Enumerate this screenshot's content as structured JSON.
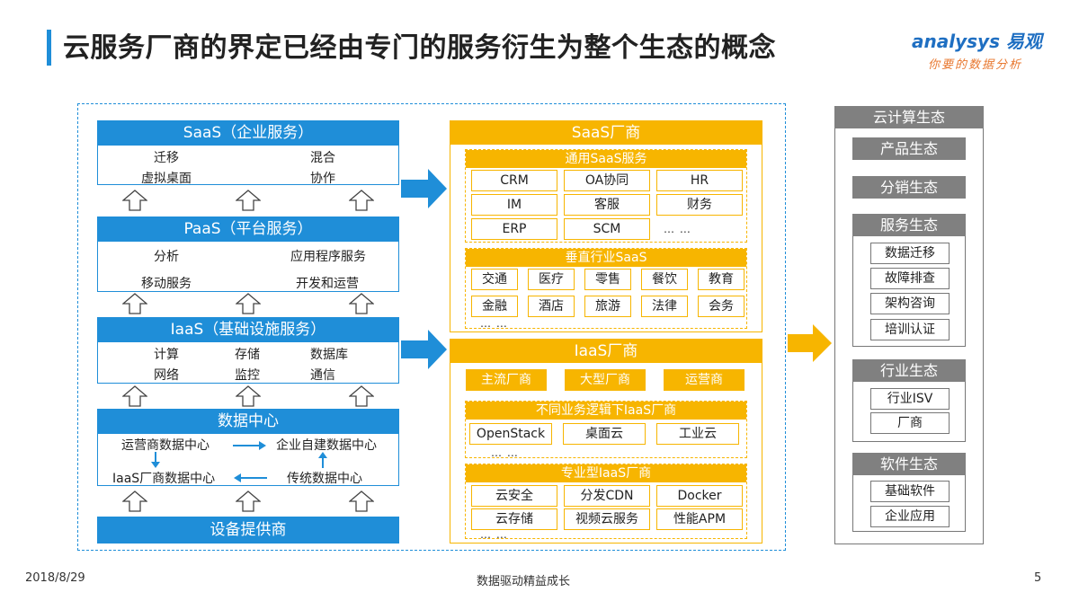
{
  "header": {
    "title": "云服务厂商的界定已经由专门的服务衍生为整个生态的概念",
    "logo_main": "analysys 易观",
    "logo_sub": "你要的数据分析"
  },
  "footer": {
    "date": "2018/8/29",
    "slogan": "数据驱动精益成长",
    "page": "5"
  },
  "left_stack": {
    "saas": {
      "title": "SaaS（企业服务）",
      "items": [
        "迁移",
        "混合",
        "虚拟桌面",
        "协作"
      ]
    },
    "paas": {
      "title": "PaaS（平台服务）",
      "items": [
        "分析",
        "应用程序服务",
        "移动服务",
        "开发和运营"
      ]
    },
    "iaas": {
      "title": "IaaS（基础设施服务）",
      "items": [
        "计算",
        "存储",
        "数据库",
        "网络",
        "监控",
        "通信"
      ]
    },
    "datacenter": {
      "title": "数据中心",
      "items": [
        "运营商数据中心",
        "企业自建数据中心",
        "IaaS厂商数据中心",
        "传统数据中心"
      ]
    },
    "supplier": {
      "title": "设备提供商"
    }
  },
  "saas_vendor": {
    "title": "SaaS厂商",
    "general": {
      "title": "通用SaaS服务",
      "items": [
        "CRM",
        "OA协同",
        "HR",
        "IM",
        "客服",
        "财务",
        "ERP",
        "SCM",
        "… …"
      ]
    },
    "vertical": {
      "title": "垂直行业SaaS",
      "items": [
        "交通",
        "医疗",
        "零售",
        "餐饮",
        "教育",
        "金融",
        "酒店",
        "旅游",
        "法律",
        "会务"
      ],
      "more": "… …"
    }
  },
  "iaas_vendor": {
    "title": "IaaS厂商",
    "tags": [
      "主流厂商",
      "大型厂商",
      "运营商"
    ],
    "logic": {
      "title": "不同业务逻辑下IaaS厂商",
      "items": [
        "OpenStack",
        "桌面云",
        "工业云"
      ],
      "more": "… …"
    },
    "special": {
      "title": "专业型IaaS厂商",
      "items": [
        "云安全",
        "分发CDN",
        "Docker",
        "云存储",
        "视频云服务",
        "性能APM"
      ],
      "more": "… …"
    }
  },
  "ecosystem": {
    "title": "云计算生态",
    "product": "产品生态",
    "distribution": "分销生态",
    "service": {
      "title": "服务生态",
      "items": [
        "数据迁移",
        "故障排查",
        "架构咨询",
        "培训认证"
      ]
    },
    "industry": {
      "title": "行业生态",
      "items": [
        "行业ISV",
        "厂商"
      ]
    },
    "software": {
      "title": "软件生态",
      "items": [
        "基础软件",
        "企业应用"
      ]
    }
  },
  "colors": {
    "blue": "#1f8ed8",
    "orange": "#f7b500",
    "gray": "#808080"
  }
}
